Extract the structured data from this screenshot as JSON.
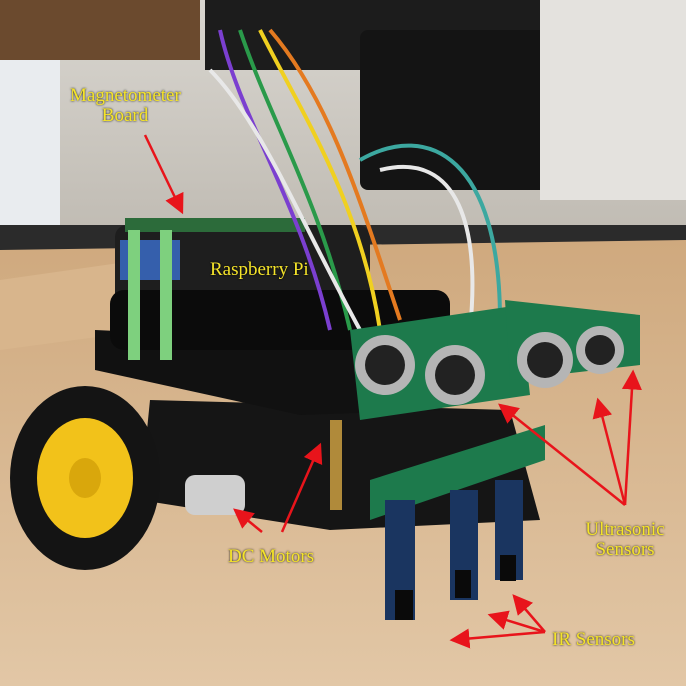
{
  "labels": {
    "magnetometer_line1": "Magnetometer",
    "magnetometer_line2": "Board",
    "raspberry_pi": "Raspberry Pi",
    "dc_motors": "DC Motors",
    "ultrasonic_line1": "Ultrasonic",
    "ultrasonic_line2": "Sensors",
    "ir_sensors": "IR Sensors"
  },
  "colors": {
    "label_text": "#f5e42a",
    "arrow": "#e8141b"
  }
}
